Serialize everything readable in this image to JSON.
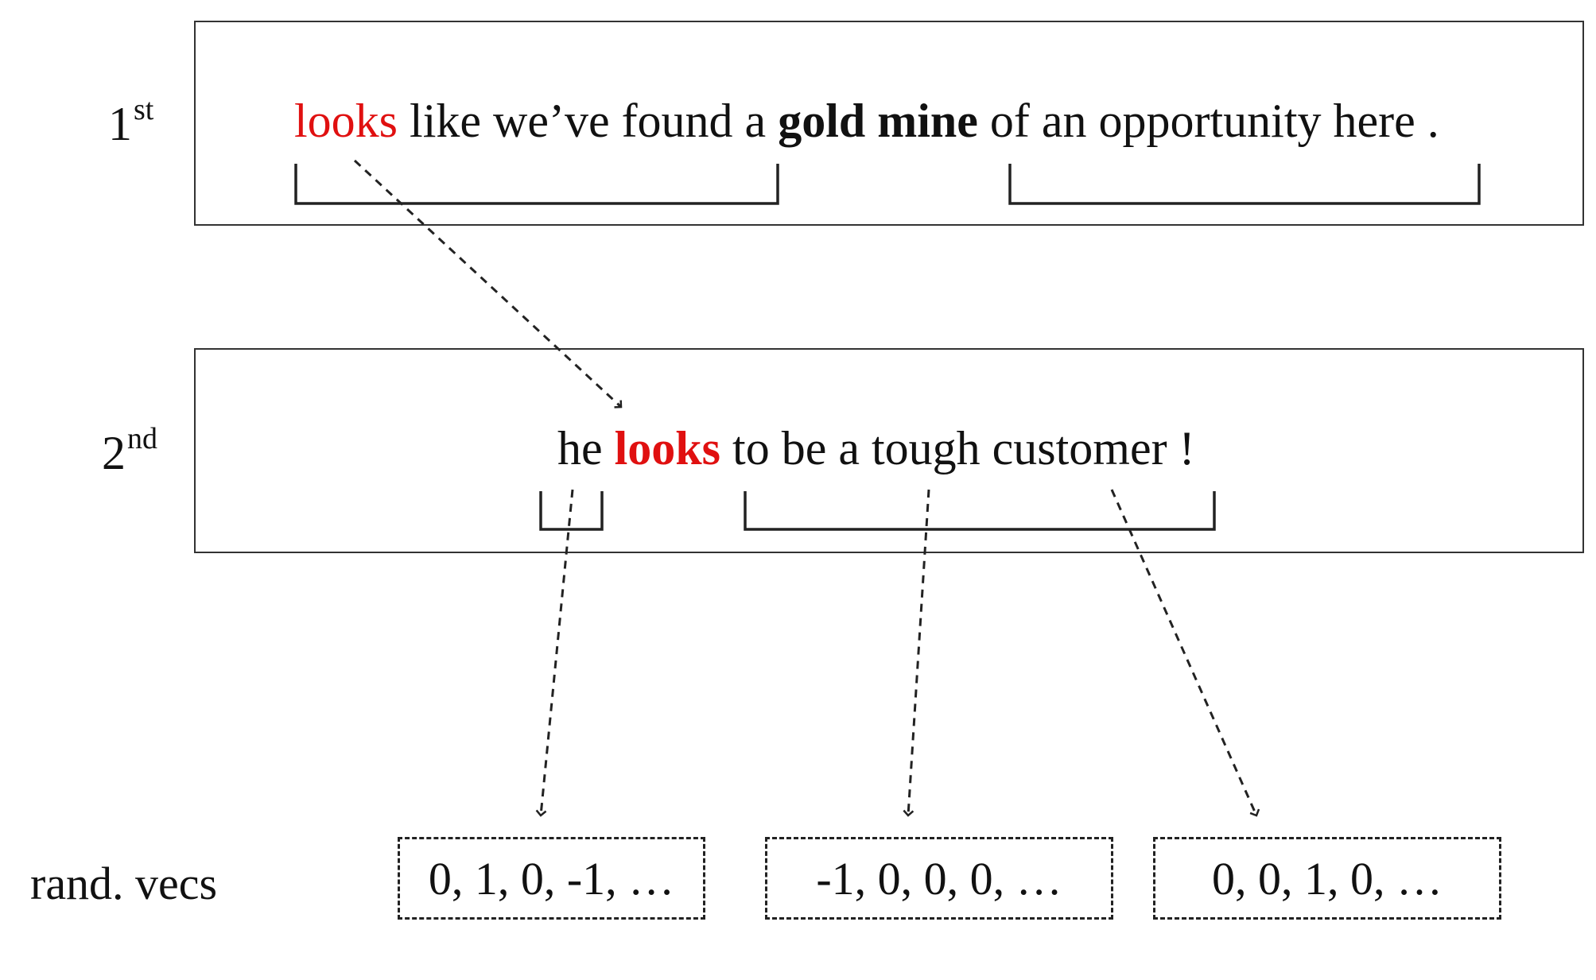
{
  "rows": [
    {
      "num": "1",
      "suffix": "st"
    },
    {
      "num": "2",
      "suffix": "nd"
    }
  ],
  "sentence1": {
    "w1": "looks",
    "w2": " like we’ve found a ",
    "w3": "gold mine",
    "w4": " of an opportunity here ."
  },
  "sentence2": {
    "w1": "he ",
    "w2": "looks",
    "w3": " to be a tough customer !"
  },
  "vectors": {
    "label": "rand. vecs",
    "items": [
      "0, 1, 0, -1, …",
      "-1, 0, 0, 0, …",
      "0, 0, 1, 0, …"
    ]
  },
  "colors": {
    "highlight": "#e01010",
    "line": "#222222"
  }
}
